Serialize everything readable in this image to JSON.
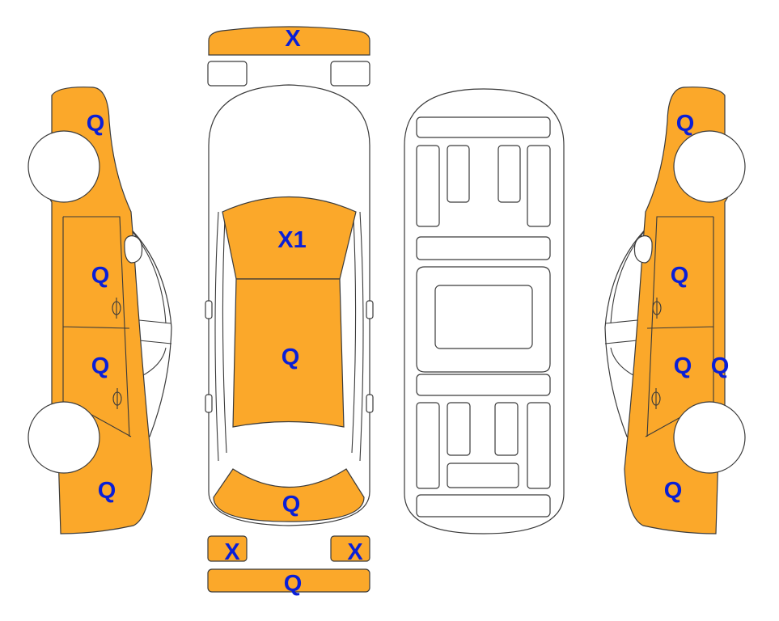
{
  "colors": {
    "damaged_fill": "#FBA82A",
    "outline": "#3a3a3a",
    "label": "#0a1fd6",
    "body_fill": "#ffffff"
  },
  "labels": {
    "front_bumper": "X",
    "hood": "X1",
    "roof": "Q",
    "trunk": "Q",
    "rear_left_lamp": "X",
    "rear_right_lamp": "X",
    "rear_bumper": "Q",
    "left_front_fender": "Q",
    "left_front_door": "Q",
    "left_rear_door": "Q",
    "left_rear_quarter": "Q",
    "right_front_fender": "Q",
    "right_front_door": "Q",
    "right_rear_door": "Q",
    "right_rocker": "Q",
    "right_rear_quarter": "Q"
  }
}
